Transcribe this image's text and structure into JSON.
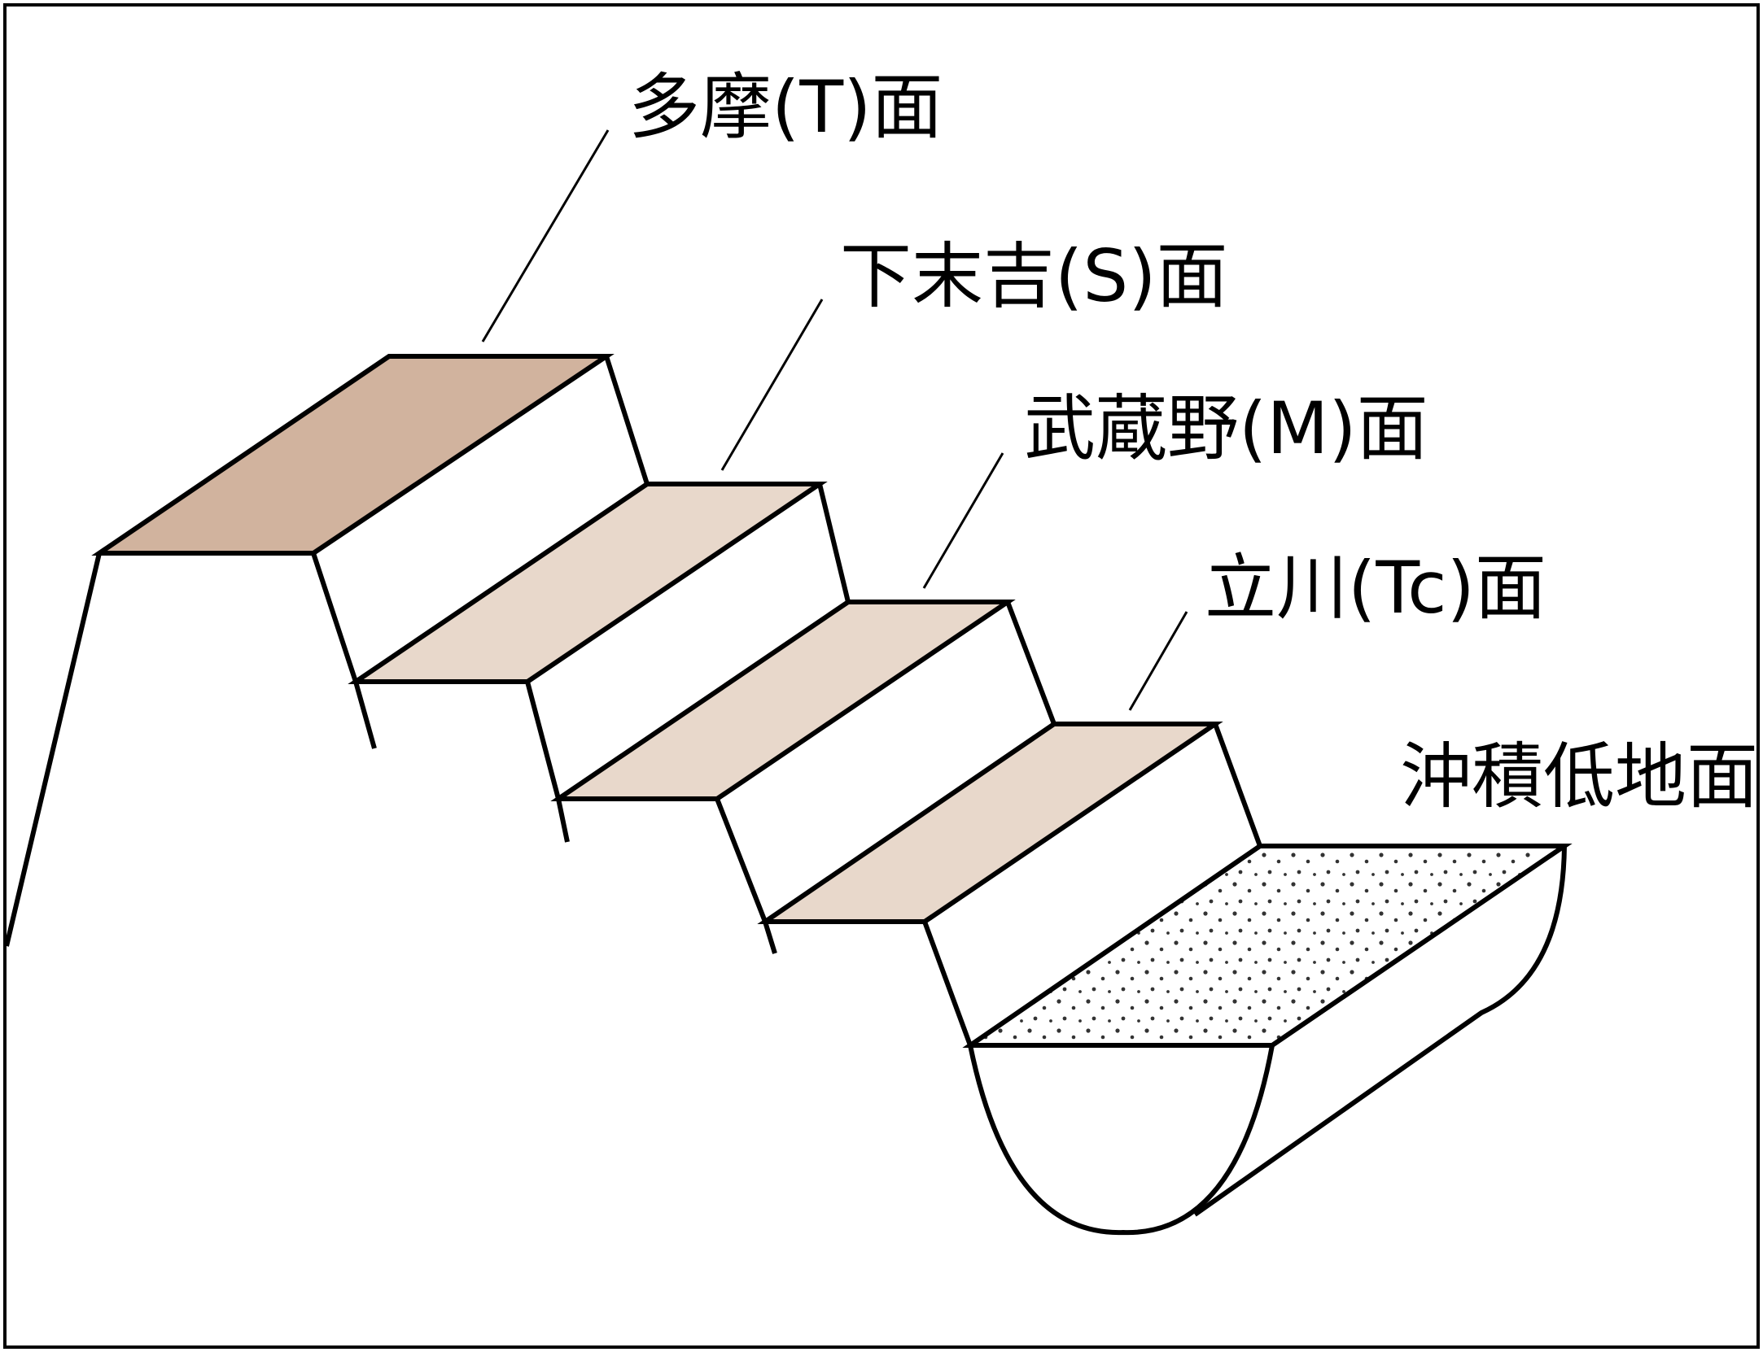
{
  "surfaces": [
    {
      "key": "tama",
      "label": "多摩(T)面",
      "color": "#d1b39e"
    },
    {
      "key": "shimosue",
      "label": "下末吉(S)面",
      "color": "#e8d8cb"
    },
    {
      "key": "musashino",
      "label": "武蔵野(M)面",
      "color": "#e8d8cb"
    },
    {
      "key": "tachikawa",
      "label": "立川(Tc)面",
      "color": "#e8d8cb"
    },
    {
      "key": "alluvial",
      "label": "沖積低地面",
      "color": "#ffffff"
    }
  ],
  "colors": {
    "line": "#000000",
    "background": "#ffffff",
    "alluvial_dots": "#333333"
  }
}
